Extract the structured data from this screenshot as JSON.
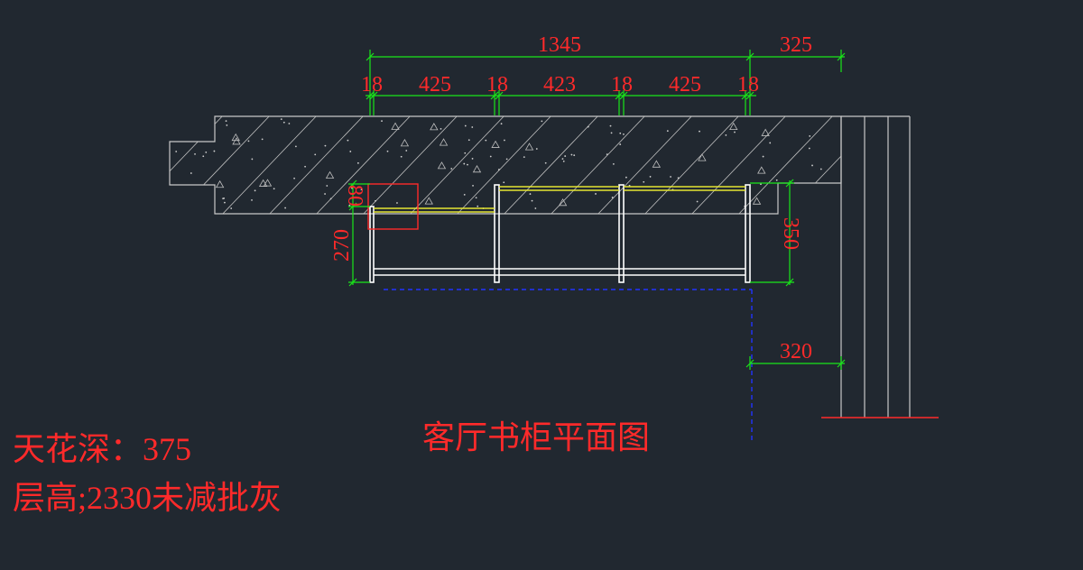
{
  "drawing": {
    "title": "客厅书柜平面图",
    "note_ceiling": "天花深：375",
    "note_floor": "层高;2330未减批灰",
    "colors": {
      "background": "#212830",
      "dimension_red": "#ff2a2a",
      "dimension_green": "#19e619",
      "outline": "#c8c8c8",
      "shelf_yellow": "#e6e632",
      "center_blue": "#2233ff"
    },
    "dimensions": {
      "overall_width": "1345",
      "return_width": "325",
      "board_1": "18",
      "bay_1": "425",
      "board_2": "18",
      "bay_2": "423",
      "board_3": "18",
      "bay_3": "425",
      "board_4": "18",
      "top_gap": "80",
      "cabinet_depth": "270",
      "depth_right": "350",
      "wall_offset": "320"
    }
  }
}
